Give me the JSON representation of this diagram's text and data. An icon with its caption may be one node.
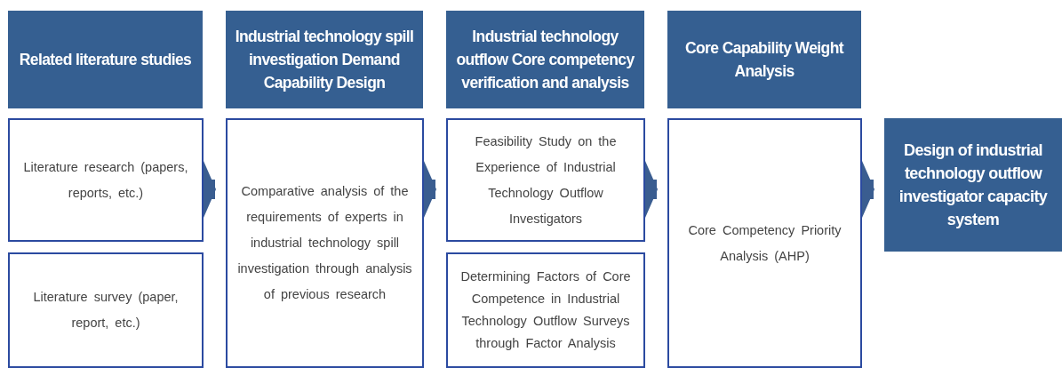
{
  "diagram": {
    "nodes": [
      {
        "text": [
          "Related literature studies"
        ]
      },
      {
        "text": [
          "Industrial technology spill investigation Demand Capability Design"
        ]
      },
      {
        "text": [
          "Industrial technology outflow Core competency verification and analysis"
        ]
      },
      {
        "text": [
          "Core Capability Weight Analysis"
        ]
      },
      {
        "text": [
          "Literature research (papers, reports, etc.)"
        ]
      },
      {
        "text": [
          "Comparative analysis of the requirements of experts in industrial technology spill investigation through analysis of previous research"
        ]
      },
      {
        "text": [
          "Feasibility Study on the Experience of Industrial Technology Outflow Investigators"
        ]
      },
      {
        "text": [
          "Core Competency Priority Analysis (AHP)"
        ]
      },
      {
        "text": [
          "Design of industrial technology outflow investigator capacity system"
        ]
      },
      {
        "text": [
          "Literature survey (paper, report, etc.)"
        ]
      },
      {
        "text": [
          "Determining Factors of Core Competence in Industrial Technology Outflow Surveys through Factor Analysis"
        ]
      }
    ],
    "edges": [
      {
        "from": 4,
        "to": 5,
        "arrow": "to"
      },
      {
        "from": 5,
        "to": 6,
        "arrow": "to"
      },
      {
        "from": 6,
        "to": 7,
        "arrow": "to"
      },
      {
        "from": 7,
        "to": 8,
        "arrow": "to"
      }
    ]
  }
}
